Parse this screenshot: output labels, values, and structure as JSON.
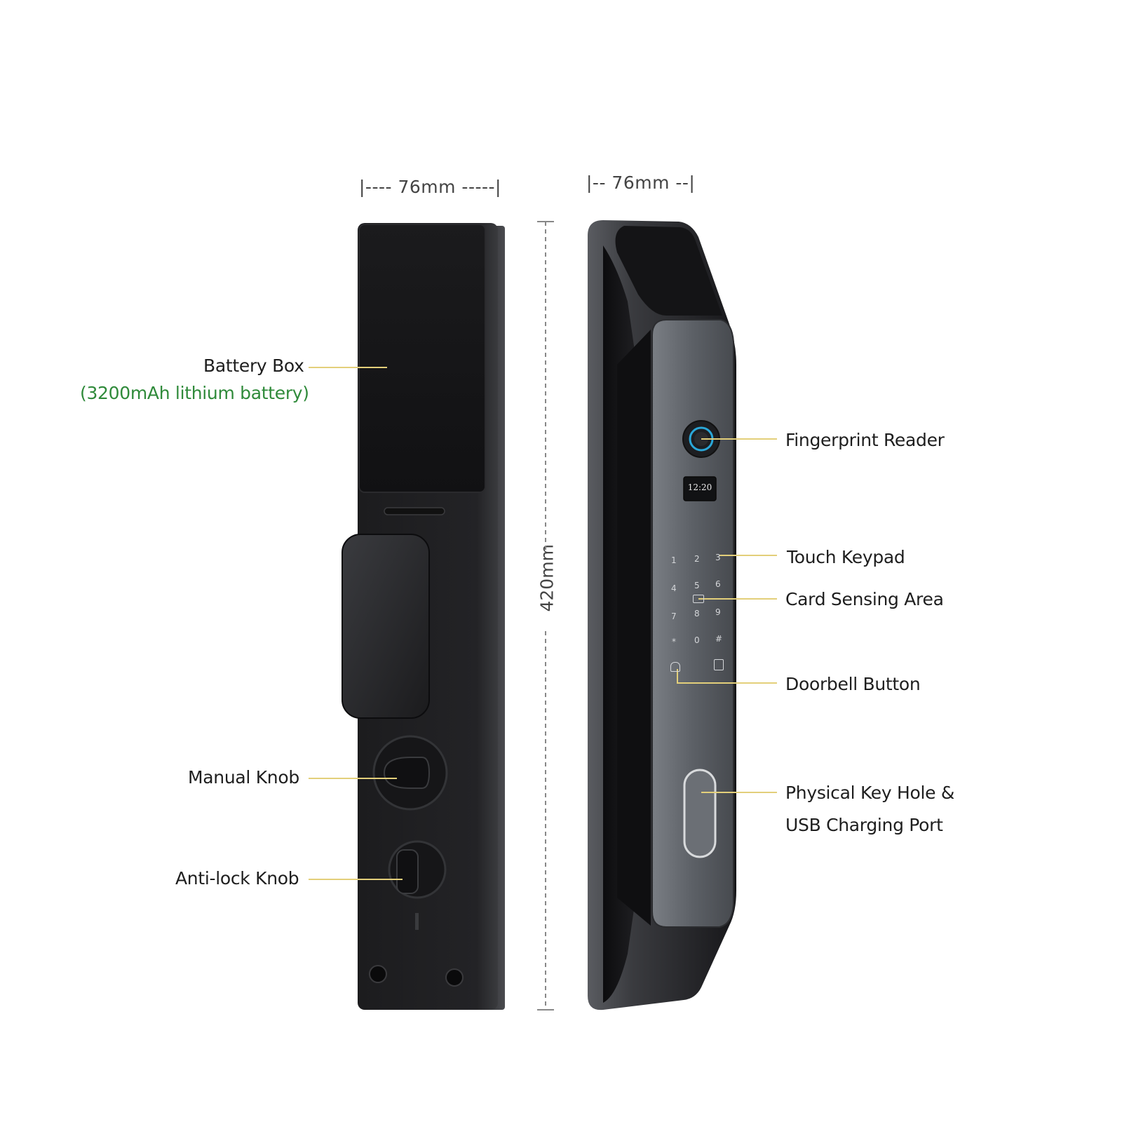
{
  "dimensions": {
    "width_back": "|---- 76mm -----|",
    "width_front": "|-- 76mm --|",
    "height": "420mm"
  },
  "labels_left": {
    "battery_box": "Battery Box",
    "battery_spec": "(3200mAh lithium battery)",
    "manual_knob": "Manual Knob",
    "anti_lock_knob": "Anti-lock Knob"
  },
  "labels_right": {
    "fingerprint_reader": "Fingerprint Reader",
    "touch_keypad": "Touch Keypad",
    "card_sensing_area": "Card Sensing Area",
    "doorbell_button": "Doorbell Button",
    "key_hole_line1": "Physical Key Hole &",
    "key_hole_line2": "USB Charging Port"
  },
  "display": {
    "time": "12:20"
  },
  "keypad": [
    "1",
    "2",
    "3",
    "4",
    "5",
    "6",
    "7",
    "8",
    "9",
    "*",
    "0",
    "#"
  ],
  "colors": {
    "leader_line": "#e3cf7a",
    "accent_green": "#2f8a3a",
    "body_dark": "#1a1a1c",
    "panel_gray": "#5c6066"
  }
}
